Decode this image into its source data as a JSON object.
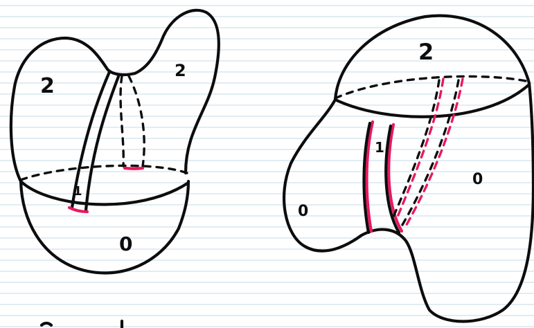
{
  "colors": {
    "ink": "#0d0d0d",
    "highlight": "#e8195e",
    "paper": "#ffffff",
    "rule": "#cfe0ee"
  },
  "left_figure": {
    "labels": {
      "top_left_lobe": "2",
      "top_right_lobe": "2",
      "band": "1",
      "bottom_cap": "0"
    }
  },
  "right_figure": {
    "labels": {
      "top_cap": "2",
      "band": "1",
      "right_body": "0",
      "left_body": "0"
    }
  }
}
